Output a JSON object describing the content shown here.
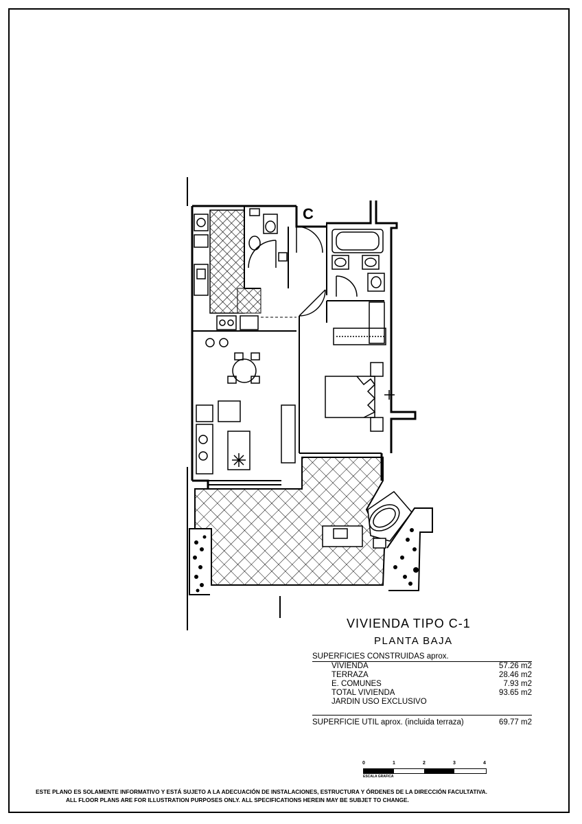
{
  "plan": {
    "block_label": "C"
  },
  "title": "VIVIENDA TIPO C-1",
  "subtitle": "PLANTA BAJA",
  "surfaces": {
    "heading": "SUPERFICIES CONSTRUIDAS aprox.",
    "rows": [
      {
        "label": "VIVIENDA",
        "value": "57.26 m2"
      },
      {
        "label": "TERRAZA",
        "value": "28.46 m2"
      },
      {
        "label": "E. COMUNES",
        "value": "7.93 m2"
      },
      {
        "label": "TOTAL VIVIENDA",
        "value": "93.65 m2"
      },
      {
        "label": "JARDIN USO EXCLUSIVO",
        "value": ""
      }
    ],
    "useful_label": "SUPERFICIE UTIL aprox. (incluida terraza)",
    "useful_value": "69.77 m2"
  },
  "scale": {
    "ticks": [
      "0",
      "1",
      "2",
      "3",
      "4"
    ],
    "caption": "ESCALA GRAFICA"
  },
  "disclaimer": {
    "line1": "ESTE PLANO ES SOLAMENTE INFORMATIVO Y ESTÁ SUJETO A LA  ADECUACIÓN DE INSTALACIONES, ESTRUCTURA Y ÓRDENES DE LA DIRECCIÓN FACULTATIVA.",
    "line2": "ALL FLOOR PLANS ARE FOR ILLUSTRATION PURPOSES ONLY. ALL SPECIFICATIONS HEREIN MAY BE SUBJET TO CHANGE."
  }
}
